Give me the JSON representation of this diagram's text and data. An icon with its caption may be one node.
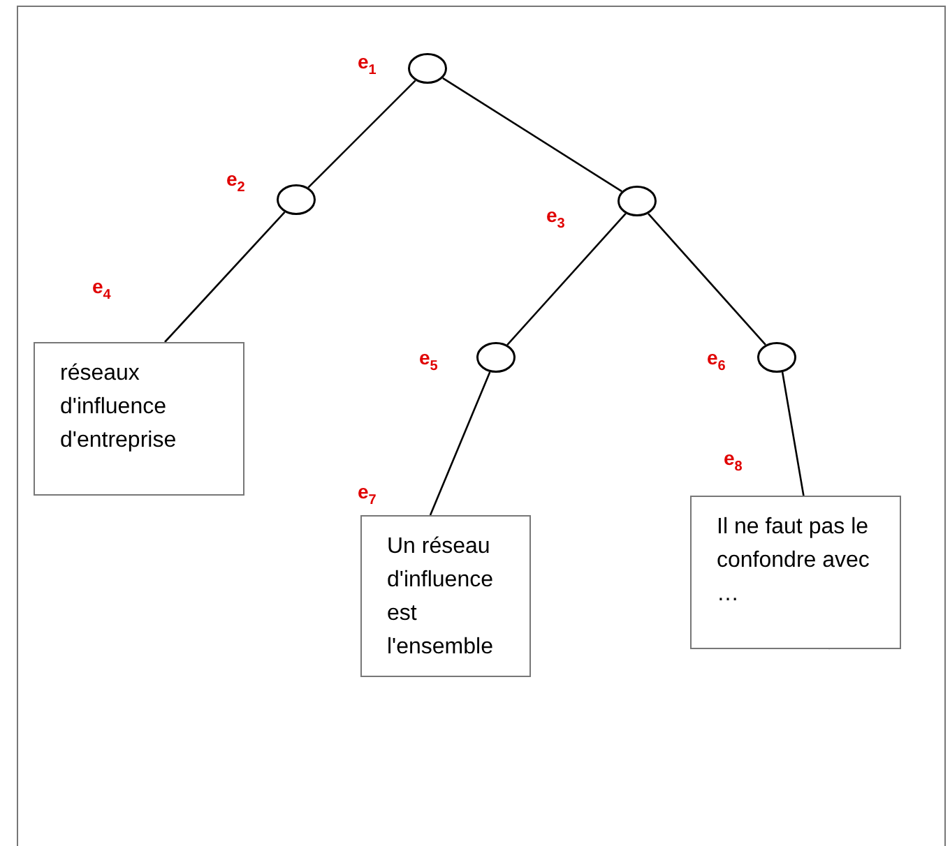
{
  "diagram": {
    "nodes": [
      {
        "text": [],
        "shape": "circle",
        "beside": [
          "e$_{1}$"
        ]
      },
      {
        "text": [],
        "shape": "circle",
        "beside": [
          "e$_{2}$"
        ]
      },
      {
        "text": [],
        "shape": "circle",
        "beside": [
          "e$_{3}$"
        ]
      },
      {
        "text": [
          "réseaux d'influence d'entreprise"
        ],
        "beside": [
          "e$_{4}$"
        ]
      },
      {
        "text": [],
        "shape": "circle",
        "beside": [
          "e$_{5}$"
        ]
      },
      {
        "text": [],
        "shape": "circle",
        "beside": [
          "e$_{6}$"
        ]
      },
      {
        "text": [
          "Un réseau d'influence est l'ensemble"
        ],
        "beside": [
          "e$_{7}$"
        ]
      },
      {
        "text": [
          "Il ne faut pas le confondre avec …"
        ],
        "beside": [
          "e$_{8}$"
        ]
      }
    ],
    "edges": [
      {
        "from": 0,
        "to": 1,
        "arrow": "none"
      },
      {
        "from": 0,
        "to": 2,
        "arrow": "none"
      },
      {
        "from": 1,
        "to": 3,
        "arrow": "none"
      },
      {
        "from": 2,
        "to": 4,
        "arrow": "none"
      },
      {
        "from": 2,
        "to": 5,
        "arrow": "none"
      },
      {
        "from": 4,
        "to": 6,
        "arrow": "none"
      },
      {
        "from": 5,
        "to": 7,
        "arrow": "none"
      }
    ]
  }
}
